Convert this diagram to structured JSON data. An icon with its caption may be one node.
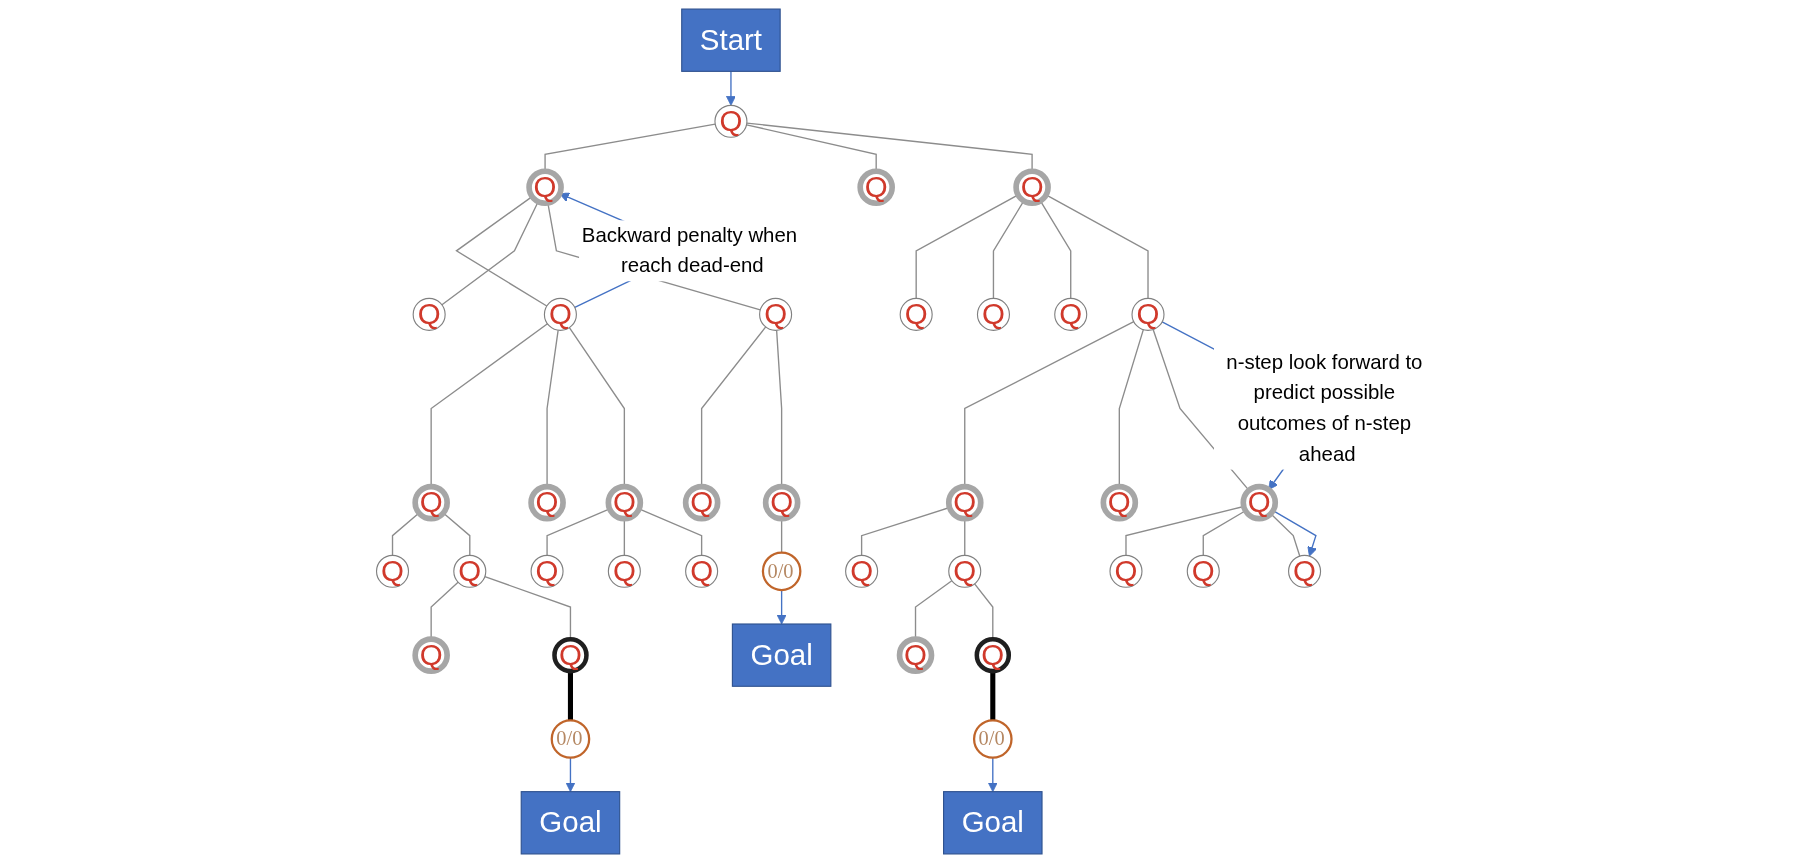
{
  "diagram": {
    "nodes": [
      {
        "text": [
          "Q"
        ]
      },
      {
        "text": [
          "Start"
        ]
      },
      {
        "text": [
          "Q"
        ]
      },
      {
        "text": [
          "Q"
        ]
      },
      {
        "text": [
          "Q"
        ]
      },
      {
        "text": [
          "Q"
        ]
      },
      {
        "text": [
          "Q"
        ]
      },
      {
        "text": [
          "Q"
        ]
      },
      {
        "text": [
          "Q"
        ]
      },
      {
        "text": [
          "Q"
        ]
      },
      {
        "text": [
          "Q"
        ]
      },
      {
        "text": [
          "Q"
        ]
      },
      {
        "text": [
          "Q"
        ]
      },
      {
        "text": [
          "Q"
        ]
      },
      {
        "text": [
          "Q"
        ]
      },
      {
        "text": [
          "Q"
        ]
      },
      {
        "text": [
          "Q"
        ]
      },
      {
        "text": [
          "Q"
        ]
      },
      {
        "text": [
          "Q"
        ]
      },
      {
        "text": [
          "Q"
        ]
      },
      {
        "text": [
          "Q"
        ]
      },
      {
        "text": [
          "Q"
        ]
      },
      {
        "text": [
          "Q"
        ]
      },
      {
        "text": [
          "Q"
        ]
      },
      {
        "text": [
          "Q"
        ]
      },
      {
        "text": [
          "0/0"
        ]
      },
      {
        "text": [
          "Goal"
        ]
      },
      {
        "text": [
          "Q"
        ]
      },
      {
        "text": [
          "Q"
        ]
      },
      {
        "text": [
          "Q"
        ]
      },
      {
        "text": [
          "Q"
        ]
      },
      {
        "text": [
          "Q"
        ]
      },
      {
        "text": [
          "Q"
        ]
      },
      {
        "text": [
          "Q"
        ]
      },
      {
        "text": [
          "Q"
        ]
      },
      {
        "text": [
          "Q"
        ]
      },
      {
        "text": [
          "0/0"
        ]
      },
      {
        "text": [
          "Goal"
        ]
      },
      {
        "text": [
          "0/0"
        ]
      },
      {
        "text": [
          "Goal"
        ]
      }
    ],
    "edges": [
      {
        "from": 1,
        "to": 0,
        "arrow": "to",
        "color": "#4472c4"
      },
      {
        "from": 0,
        "to": 2,
        "arrow": "none"
      },
      {
        "from": 0,
        "to": 3,
        "arrow": "none"
      },
      {
        "from": 0,
        "to": 4,
        "arrow": "none"
      },
      {
        "from": 2,
        "to": 5,
        "arrow": "none"
      },
      {
        "from": 2,
        "to": 6,
        "arrow": "none"
      },
      {
        "from": 2,
        "to": 7,
        "arrow": "none"
      },
      {
        "from": 4,
        "to": 8,
        "arrow": "none"
      },
      {
        "from": 4,
        "to": 9,
        "arrow": "none"
      },
      {
        "from": 4,
        "to": 10,
        "arrow": "none"
      },
      {
        "from": 4,
        "to": 11,
        "arrow": "none"
      },
      {
        "from": 5,
        "to": 12,
        "arrow": "none"
      },
      {
        "from": 5,
        "to": 13,
        "arrow": "none"
      },
      {
        "from": 5,
        "to": 14,
        "arrow": "none"
      },
      {
        "from": 7,
        "to": 15,
        "arrow": "none"
      },
      {
        "from": 7,
        "to": 16,
        "arrow": "none"
      },
      {
        "from": 11,
        "to": 17,
        "arrow": "none"
      },
      {
        "from": 11,
        "to": 18,
        "arrow": "none"
      },
      {
        "from": 11,
        "to": 19,
        "arrow": "none"
      },
      {
        "from": 12,
        "to": 20,
        "arrow": "none"
      },
      {
        "from": 12,
        "to": 21,
        "arrow": "none"
      },
      {
        "from": 14,
        "to": 22,
        "arrow": "none"
      },
      {
        "from": 14,
        "to": 23,
        "arrow": "none"
      },
      {
        "from": 14,
        "to": 24,
        "arrow": "none"
      },
      {
        "from": 16,
        "to": 25,
        "arrow": "none"
      },
      {
        "from": 25,
        "to": 26,
        "arrow": "to",
        "color": "#4472c4"
      },
      {
        "from": 17,
        "to": 27,
        "arrow": "none"
      },
      {
        "from": 17,
        "to": 28,
        "arrow": "none"
      },
      {
        "from": 19,
        "to": 29,
        "arrow": "none"
      },
      {
        "from": 19,
        "to": 30,
        "arrow": "none"
      },
      {
        "from": 19,
        "to": 31,
        "arrow": "none"
      },
      {
        "from": 21,
        "to": 32,
        "arrow": "none"
      },
      {
        "from": 21,
        "to": 33,
        "arrow": "none"
      },
      {
        "from": 28,
        "to": 34,
        "arrow": "none"
      },
      {
        "from": 28,
        "to": 35,
        "arrow": "none"
      },
      {
        "from": 33,
        "to": 36,
        "arrow": "none",
        "style": "thick",
        "color": "#000000"
      },
      {
        "from": 36,
        "to": 37,
        "arrow": "to",
        "color": "#4472c4"
      },
      {
        "from": 35,
        "to": 38,
        "arrow": "none",
        "style": "thick",
        "color": "#000000"
      },
      {
        "from": 38,
        "to": 39,
        "arrow": "to",
        "color": "#4472c4"
      },
      {
        "from": 5,
        "to": 2,
        "arrow": "to",
        "label": "Backward penalty when reach dead-end",
        "color": "#4472c4"
      },
      {
        "from": 11,
        "to": 19,
        "arrow": "to",
        "label": "n-step look forward to predict possible outcomes of n-step ahead",
        "color": "#4472c4"
      },
      {
        "from": 19,
        "to": 31,
        "arrow": "to",
        "color": "#4472c4"
      }
    ]
  }
}
